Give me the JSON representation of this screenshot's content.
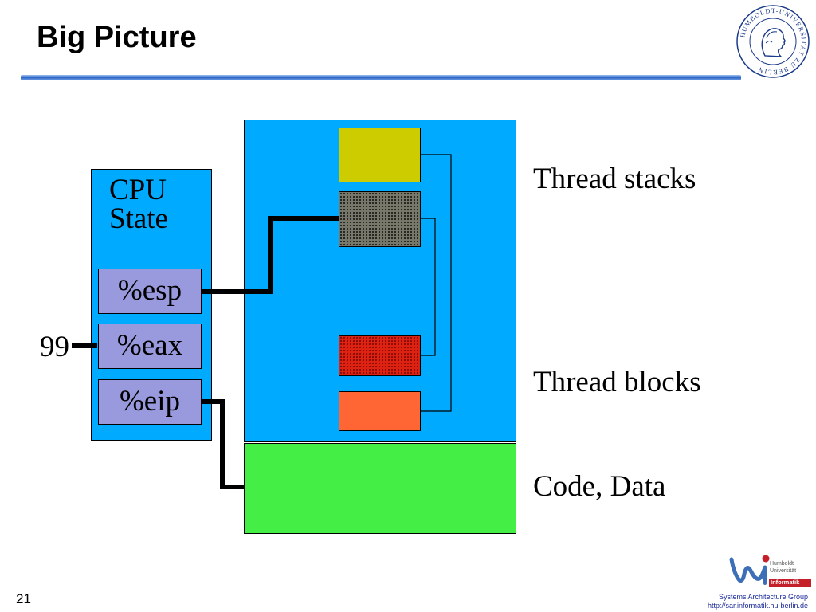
{
  "slide": {
    "title": "Big Picture",
    "page_number": "21"
  },
  "seal": {
    "ring_text": "HUMBOLDT-UNIVERSITÄT ZU BERLIN"
  },
  "diagram": {
    "cpu": {
      "title_line1": "CPU",
      "title_line2": "State",
      "registers": [
        {
          "label": "%esp"
        },
        {
          "label": "%eax"
        },
        {
          "label": "%eip"
        }
      ],
      "eax_value": "99"
    },
    "memory": {
      "labels": {
        "thread_stacks": "Thread stacks",
        "thread_blocks": "Thread blocks",
        "code_data": "Code, Data"
      }
    },
    "colors": {
      "cpu_box": "#00aaff",
      "register": "#9999dd",
      "memory": "#00aaff",
      "code_data": "#44ee44",
      "stack_1": "#cccc00",
      "stack_2": "#555544",
      "block_1": "#dd2211",
      "block_2": "#ff6633"
    }
  },
  "footer": {
    "group": "Systems Architecture Group",
    "url": "http://sar.informatik.hu-berlin.de"
  },
  "hu_logo": {
    "line1": "Humboldt",
    "line2": "Universität",
    "badge": "Informatik"
  }
}
